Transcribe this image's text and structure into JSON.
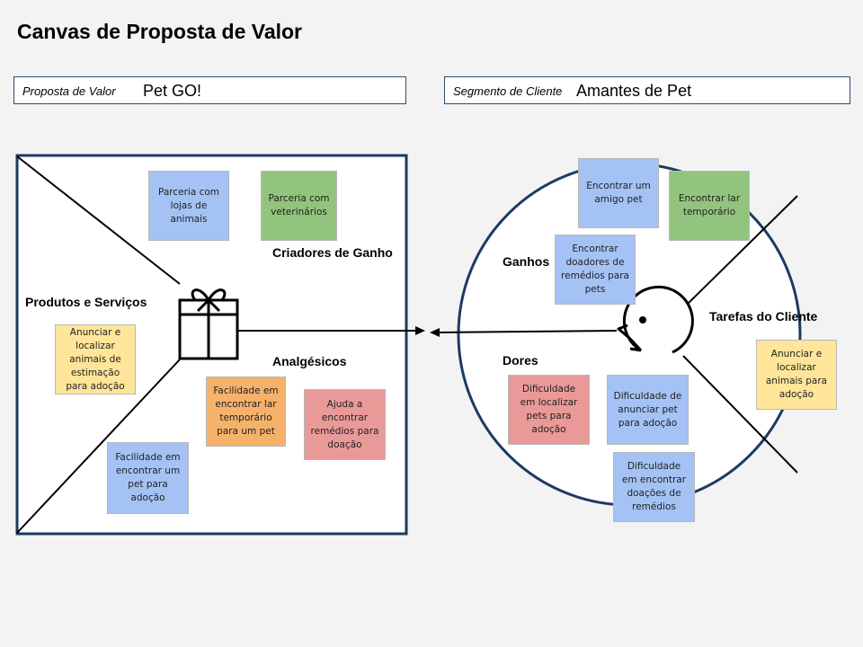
{
  "page": {
    "title": "Canvas de Proposta de Valor"
  },
  "value_proposition": {
    "label": "Proposta de Valor",
    "value": "Pet GO!"
  },
  "customer_segment": {
    "label": "Segmento de Cliente",
    "value": "Amantes de Pet"
  },
  "value_map": {
    "sections": {
      "gain_creators": "Criadores de Ganho",
      "products_services": "Produtos e Serviços",
      "pain_relievers": "Analgésicos"
    },
    "notes": {
      "gain_creators": [
        {
          "text": "Parceria com lojas de animais",
          "color": "#a4c2f4"
        },
        {
          "text": "Parceria com veterinários",
          "color": "#93c47d"
        }
      ],
      "products_services": [
        {
          "text": "Anunciar e localizar animais de estimação para adoção",
          "color": "#ffe599"
        },
        {
          "text": "Facilidade em encontrar um pet para adoção",
          "color": "#a4c2f4"
        }
      ],
      "pain_relievers": [
        {
          "text": "Facilidade em encontrar lar temporário para um pet",
          "color": "#f6b26b"
        },
        {
          "text": "Ajuda a encontrar remédios para doação",
          "color": "#ea9999"
        }
      ]
    },
    "icon": "gift-icon"
  },
  "customer_profile": {
    "sections": {
      "gains": "Ganhos",
      "pains": "Dores",
      "customer_jobs": "Tarefas do Cliente"
    },
    "notes": {
      "gains": [
        {
          "text": "Encontrar um amigo pet",
          "color": "#a4c2f4"
        },
        {
          "text": "Encontrar lar temporário",
          "color": "#93c47d"
        },
        {
          "text": "Encontrar doadores de remédios para pets",
          "color": "#a4c2f4"
        }
      ],
      "pains": [
        {
          "text": "Dificuldade em localizar pets para adoção",
          "color": "#ea9999"
        },
        {
          "text": "Dificuldade de anunciar pet para adoção",
          "color": "#a4c2f4"
        },
        {
          "text": "Dificuldade em encontrar doações de remédios",
          "color": "#a4c2f4"
        }
      ],
      "customer_jobs": [
        {
          "text": "Anunciar e localizar animais para adoção",
          "color": "#ffe599"
        }
      ]
    },
    "icon": "face-icon"
  },
  "colors": {
    "frame": "#1c3a63",
    "header_border": "#2d4a73",
    "background": "#f3f3f3"
  }
}
